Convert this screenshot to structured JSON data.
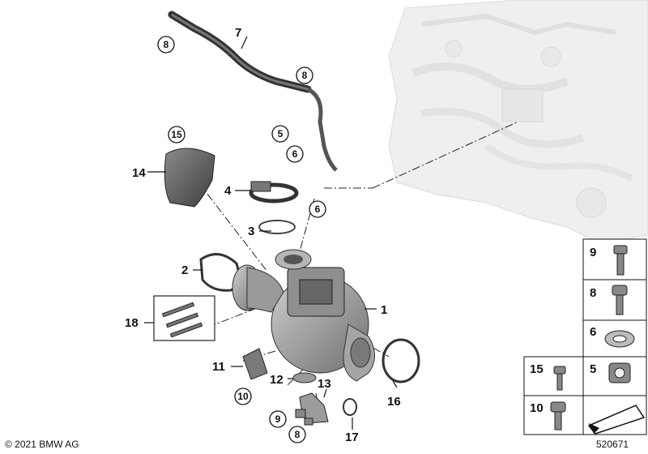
{
  "diagram": {
    "callouts": {
      "c1": "1",
      "c2": "2",
      "c3": "3",
      "c4": "4",
      "c5": "5",
      "c6a": "6",
      "c6b": "6",
      "c7": "7",
      "c8a": "8",
      "c8b": "8",
      "c8c": "8",
      "c9": "9",
      "c10": "10",
      "c11": "11",
      "c12": "12",
      "c13": "13",
      "c14": "14",
      "c15": "15",
      "c16": "16",
      "c17": "17",
      "c18": "18"
    },
    "legend": {
      "r1": "9",
      "r2": "8",
      "r3": "6",
      "r4a": "15",
      "r4b": "5",
      "r5": "10"
    }
  },
  "footer": {
    "copyright": "© 2021 BMW AG",
    "doc_number": "520671"
  }
}
